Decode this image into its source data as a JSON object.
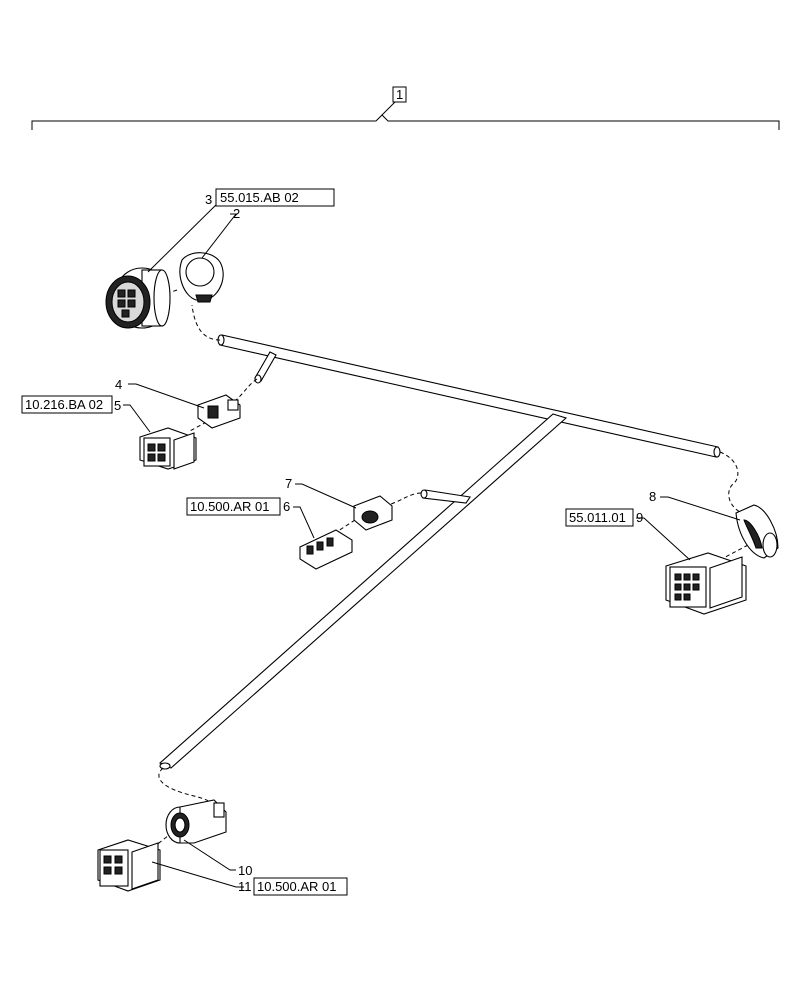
{
  "assembly": {
    "item": "1"
  },
  "items": {
    "i2": "2",
    "i3": "3",
    "i4": "4",
    "i5": "5",
    "i6": "6",
    "i7": "7",
    "i8": "8",
    "i9": "9",
    "i10": "10",
    "i11": "11"
  },
  "refs": {
    "r3": "55.015.AB 02",
    "r5": "10.216.BA 02",
    "r6": "10.500.AR 01",
    "r9": "55.011.01",
    "r11": "10.500.AR 01"
  }
}
